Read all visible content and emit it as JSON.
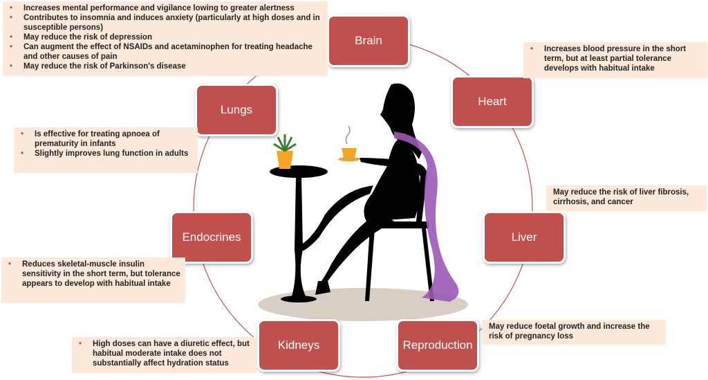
{
  "organs": {
    "brain": "Brain",
    "heart": "Heart",
    "liver": "Liver",
    "reproduction": "Reproduction",
    "kidneys": "Kidneys",
    "endocrines": "Endocrines",
    "lungs": "Lungs"
  },
  "notes": {
    "brain": [
      "Increases mental performance and vigilance lowing to greater alertness",
      "Contributes to insomnia and induces anxiety (particularly at high doses and in susceptible persons)",
      "May reduce the risk of depression",
      "Can augment the effect of NSAIDs and acetaminophen for treating headache and other causes of pain",
      "May reduce the risk of Parkinson's disease"
    ],
    "heart": [
      "Increases blood pressure in the short term, but at least partial tolerance develops with habitual intake"
    ],
    "liver": "May reduce the risk of liver fibrosis, cirrhosis, and cancer",
    "reproduction": "May reduce foetal growth and increase the risk of pregnancy loss",
    "kidneys": [
      "High doses can have a diuretic effect, but habitual moderate intake does not substantially affect hydration status"
    ],
    "endocrines": [
      "Reduces skeletal-muscle insulin sensitivity in the short term, but tolerance appears to develop with habitual intake"
    ],
    "lungs": [
      "Is effective for treating apnoea of prematurity in infants",
      "Slightly improves lung function in adults"
    ]
  },
  "colors": {
    "organ_box": "#c0504d",
    "note_bg": "#fde9d9",
    "ring": "#c0504d",
    "ribbon": "#9b59b6",
    "silhouette": "#000000",
    "plant_pot": "#f5a623",
    "floor_shadow": "#d8cfc4"
  },
  "icons": {
    "figure": "woman-drinking-coffee-silhouette",
    "plant": "potted-plant",
    "cup": "coffee-cup"
  }
}
